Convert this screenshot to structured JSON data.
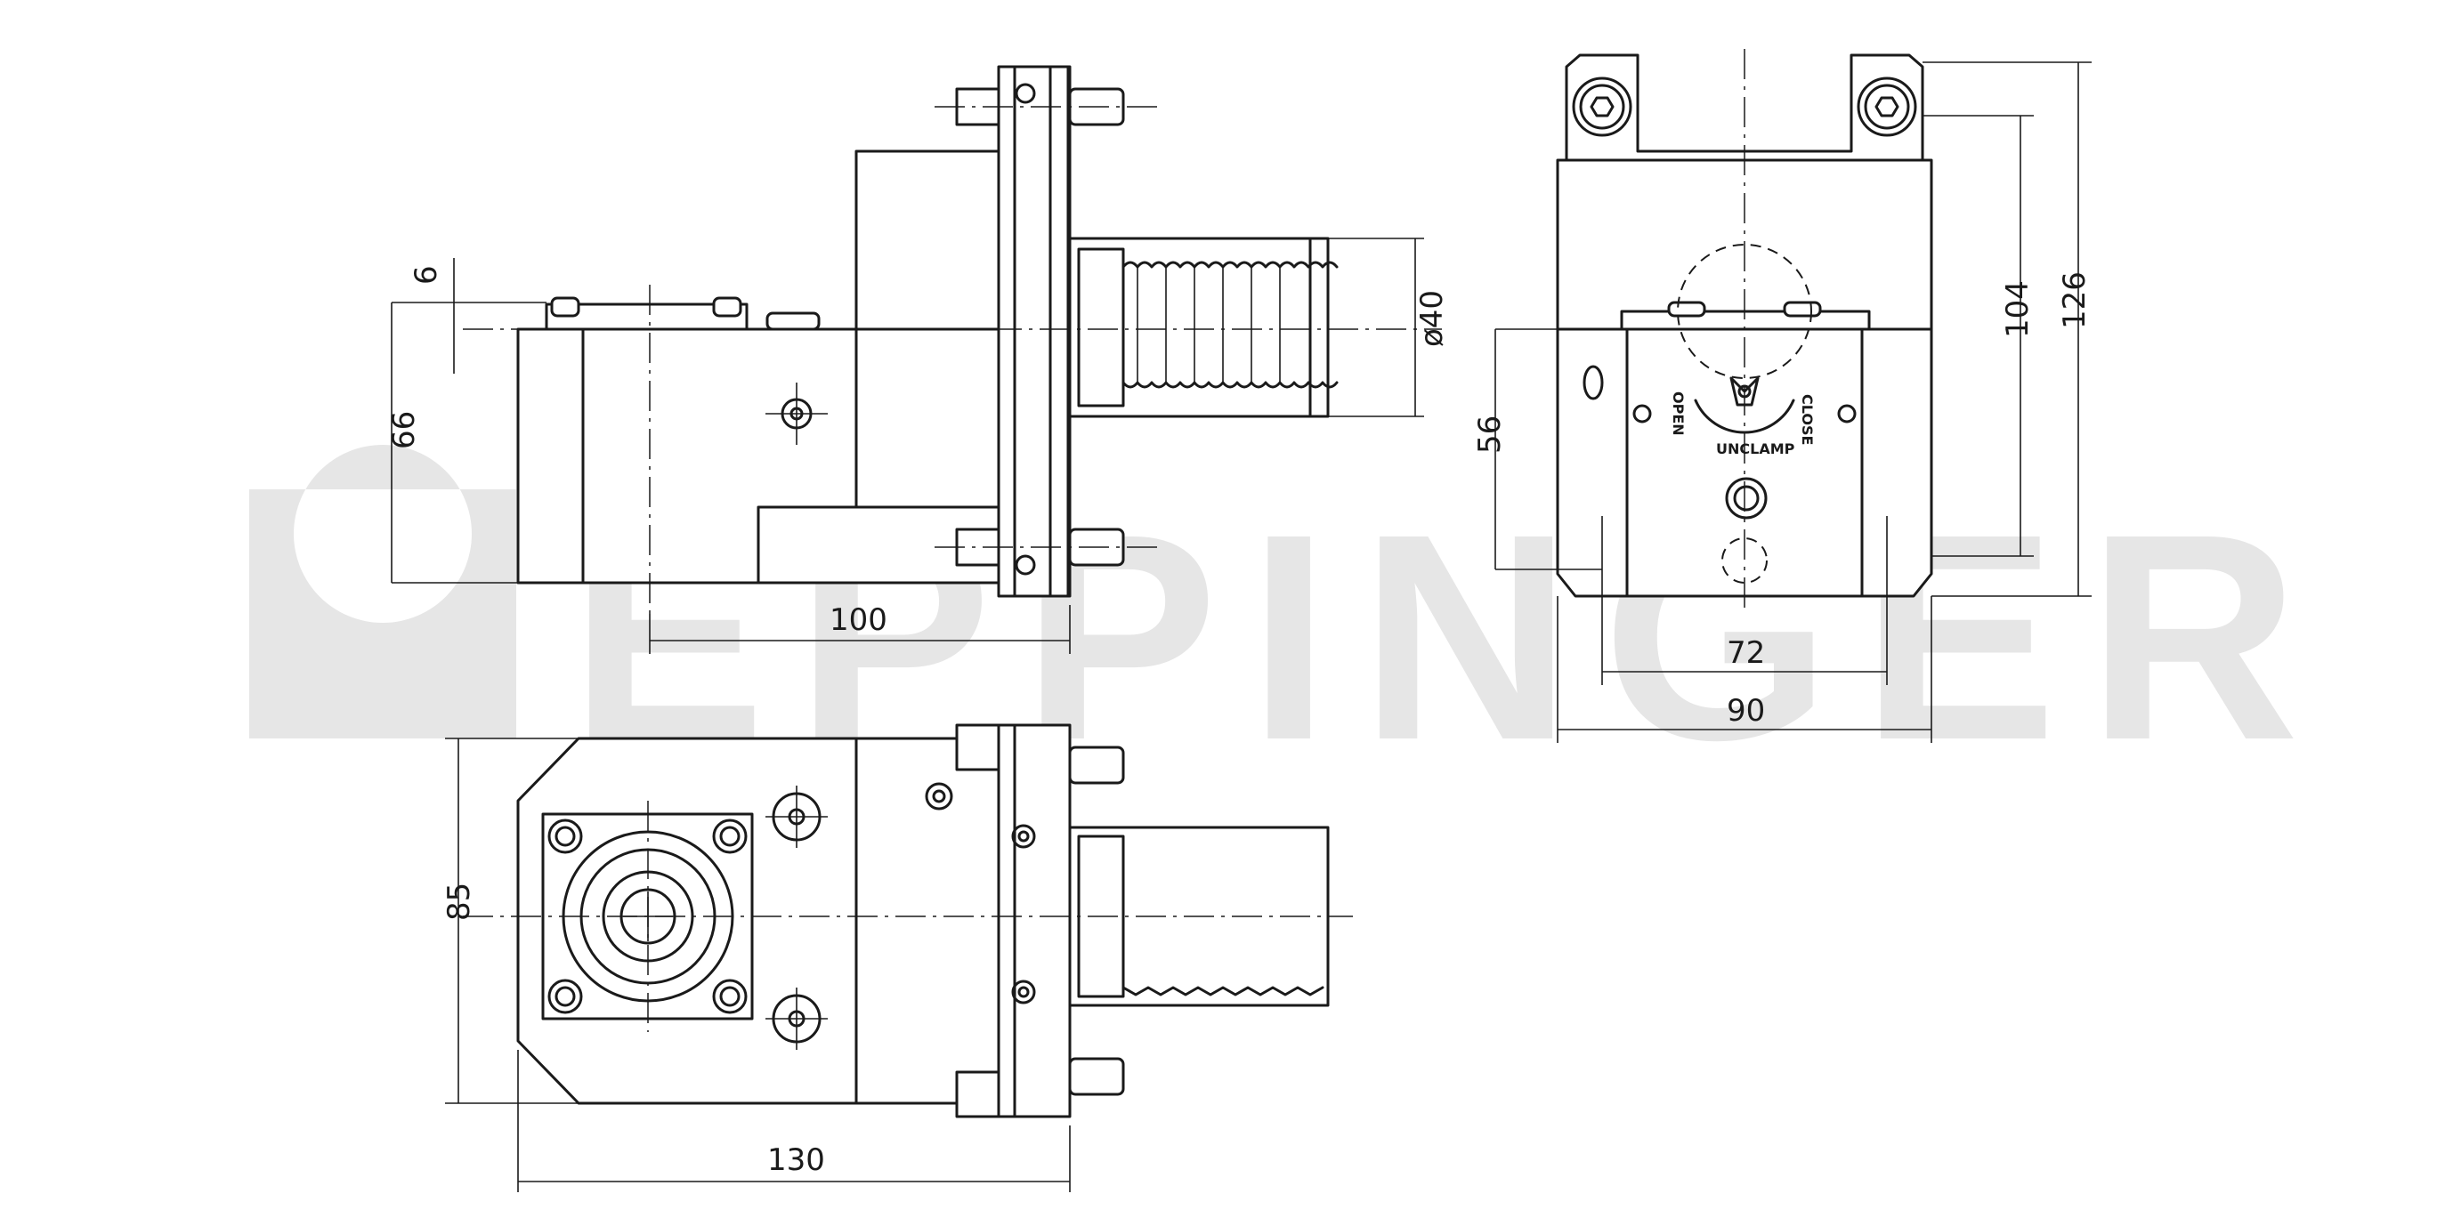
{
  "watermark": {
    "text": "EPPINGER",
    "color": "#e6e6e6"
  },
  "line_color": "#1a1a1a",
  "dimensions": {
    "front_width_100": "100",
    "front_height_66": "66",
    "front_offset_6": "6",
    "shank_diameter": "ø40",
    "side_height_56": "56",
    "side_width_72": "72",
    "side_width_90": "90",
    "side_height_104": "104",
    "side_height_126": "126",
    "top_height_85": "85",
    "top_length_130": "130"
  },
  "labels": {
    "open": "OPEN",
    "close": "CLOSE",
    "clamp": "UNCLAMP"
  },
  "icons": [
    "hex-socket-screw-icon",
    "cross-hair-screw-icon"
  ]
}
